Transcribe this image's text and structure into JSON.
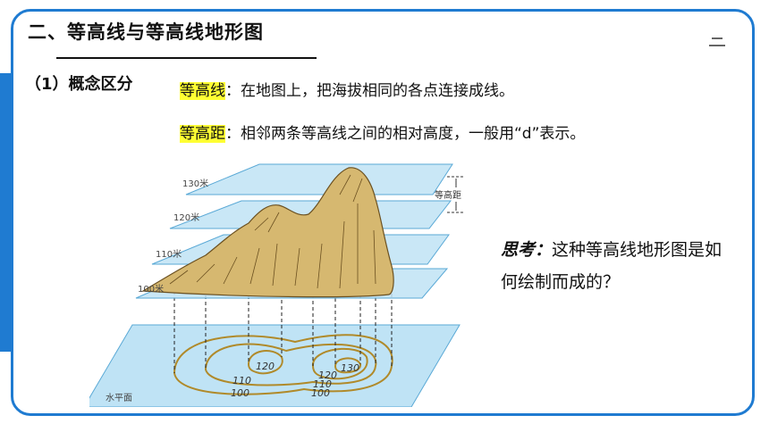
{
  "heading": "二、等高线与等高线地形图",
  "section_label": "（1）概念区分",
  "definitions": [
    {
      "term": "等高线",
      "text": "：在地图上，把海拔相同的各点连接成线。"
    },
    {
      "term": "等高距",
      "text": "：相邻两条等高线之间的相对高度，一般用“d”表示。"
    }
  ],
  "think": {
    "label": "思考：",
    "text": "这种等高线地形图是如何绘制而成的？"
  },
  "diagram": {
    "plane_labels": [
      "130米",
      "120米",
      "110米",
      "100米"
    ],
    "interval_label": "等高距",
    "base_label": "水平面",
    "contour_labels": [
      "120",
      "130",
      "120",
      "110",
      "110",
      "100",
      "100"
    ]
  },
  "colors": {
    "accent": "#1f7bd1",
    "highlight": "#ffff33",
    "plane_fill": "#bfe3f5",
    "contour": "#b08a2a",
    "terrain": "#d6b870"
  }
}
